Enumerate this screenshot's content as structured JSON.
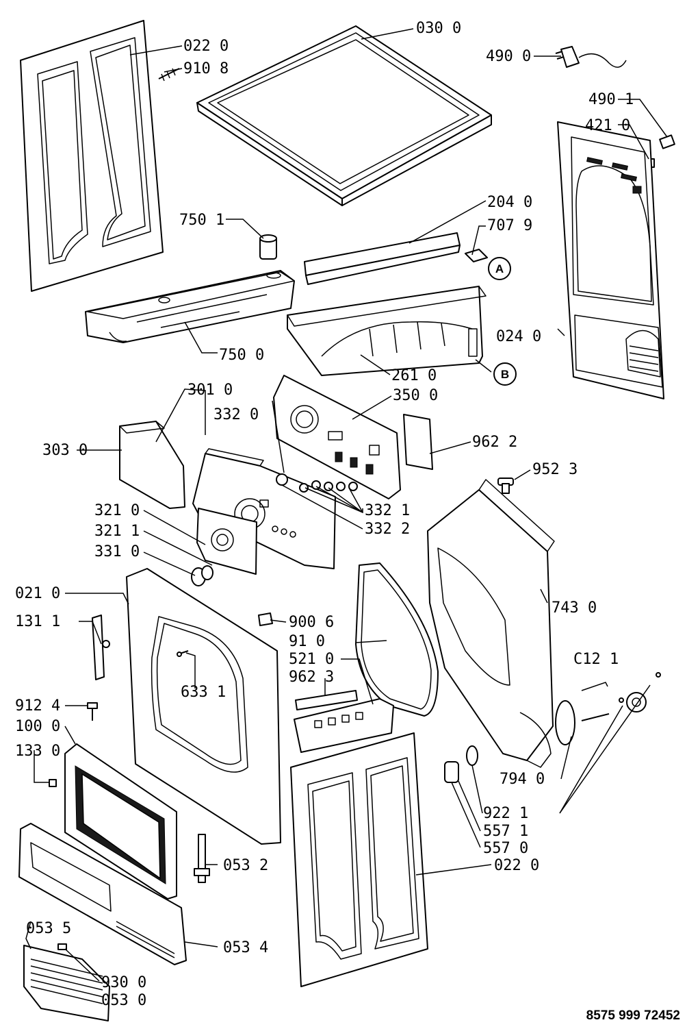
{
  "labels": {
    "p0300": "030 0",
    "p0220_top": "022 0",
    "p9108": "910 8",
    "p4900": "490 0",
    "p4901": "490 1",
    "p4210": "421 0",
    "p2040": "204 0",
    "p7079": "707 9",
    "p7501": "750 1",
    "p7500": "750 0",
    "p0240": "024 0",
    "p2610": "261 0",
    "p3010": "301 0",
    "p3500": "350 0",
    "p3320": "332 0",
    "p3030": "303 0",
    "p9622": "962 2",
    "p9523": "952 3",
    "p3210": "321 0",
    "p3211": "321 1",
    "p3321": "332 1",
    "p3322": "332 2",
    "p3310": "331 0",
    "p0210": "021 0",
    "p1311": "131 1",
    "p9006": "900 6",
    "p9110": "91 0",
    "p5210": "521 0",
    "p9623": "962 3",
    "p7430": "743 0",
    "p0121": "C12 1",
    "p6331": "633 1",
    "p9124": "912 4",
    "p1000": "100 0",
    "p1330": "133 0",
    "p7940": "794 0",
    "p9221": "922 1",
    "p5571": "557 1",
    "p5570": "557 0",
    "p0532": "053 2",
    "p0220_bot": "022 0",
    "p0535": "053 5",
    "p0534": "053 4",
    "p9300": "930 0",
    "p0530": "053 0"
  },
  "callouts": {
    "a": "A",
    "b": "B"
  },
  "doc_number": "8575 999 72452"
}
